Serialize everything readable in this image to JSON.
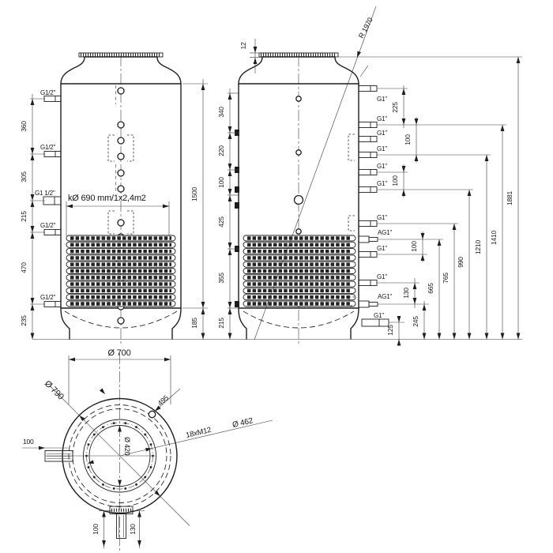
{
  "front": {
    "ports": [
      "G1/2\"",
      "G1/2\"",
      "G1 1/2\"",
      "G1/2\"",
      "G1/2\""
    ],
    "left_dims": [
      "360",
      "305",
      "215",
      "470",
      "235"
    ],
    "height": "1500",
    "skirt": "185",
    "coil": "kØ 690 mm/1x2,4m2"
  },
  "side": {
    "flange_thk": "12",
    "radius": "R 1970",
    "left_dims": [
      "340",
      "220",
      "100",
      "425",
      "355",
      "215"
    ],
    "ports": [
      "G1\"",
      "G1\"",
      "G1\"",
      "G1\"",
      "G1\"",
      "G1\"",
      "G1\"",
      "AG1\"",
      "G1\"",
      "G1\"",
      "AG1\"",
      "G1\""
    ],
    "inner_dims": [
      "225",
      "100",
      "100",
      "100",
      "130",
      "245",
      "125"
    ],
    "outer_dims": [
      "665",
      "765",
      "990",
      "1210",
      "1410",
      "1881"
    ]
  },
  "top": {
    "outer_dia": "Ø 790",
    "tank_dia": "Ø 700",
    "lug": "495",
    "bolts": "18xM12",
    "bolt_circle": "Ø 462",
    "manhole": "Ø 420",
    "side_nozzle": "100",
    "nozzle_off_a": "100",
    "nozzle_off_b": "130"
  },
  "colors": {
    "line": "#1e1e1e",
    "bg": "#ffffff"
  }
}
